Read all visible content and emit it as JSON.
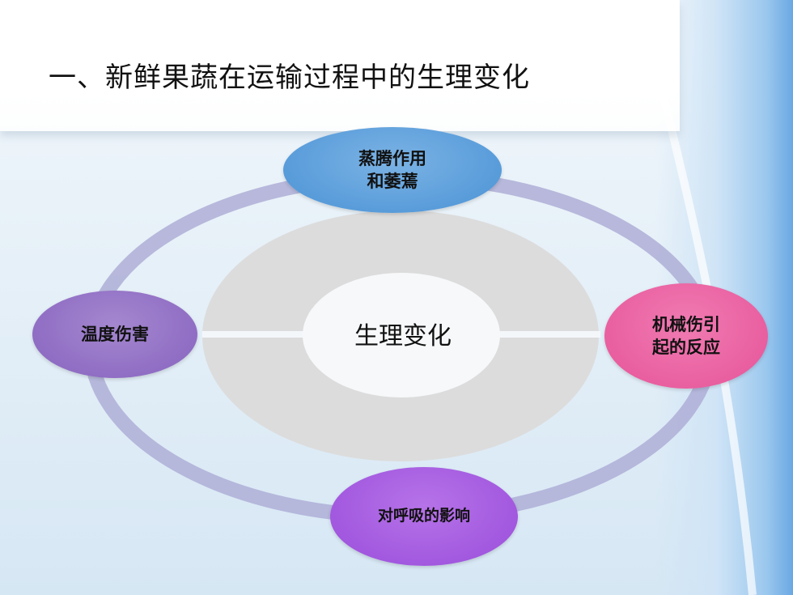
{
  "slide": {
    "title": "一、新鲜果蔬在运输过程中的生理变化"
  },
  "diagram": {
    "center": "生理变化",
    "nodes": {
      "top": [
        "蒸腾作用",
        "和萎蔫"
      ],
      "left": [
        "温度伤害"
      ],
      "right": [
        "机械伤引",
        "起的反应"
      ],
      "bottom": [
        "对呼吸的影响"
      ]
    }
  },
  "colors": {
    "top_node": "#4a92d6",
    "left_node": "#8763bf",
    "right_node": "#e65398",
    "bottom_node": "#9a4ddb",
    "ring": "#a9a9d4",
    "inner_ring": "#dcdcdc"
  }
}
